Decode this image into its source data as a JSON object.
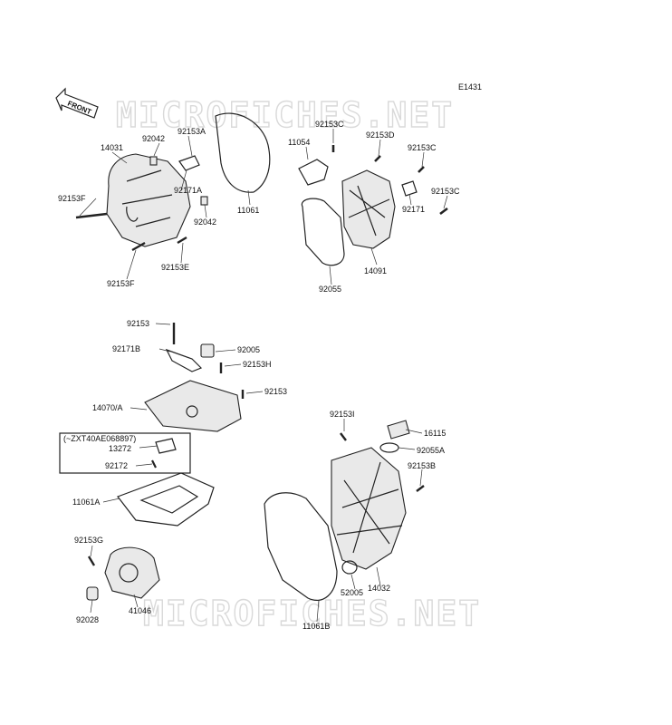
{
  "diagram_code": "E1431",
  "front_arrow_label": "FRONT",
  "watermark_text": "MICROFICHES.NET",
  "note_text": "(~ZXT40AE068897)",
  "labels": {
    "p14031": "14031",
    "p92042a": "92042",
    "p92153A": "92153A",
    "p92153F1": "92153F",
    "p92171A": "92171A",
    "p92042b": "92042",
    "p11061": "11061",
    "p92153E": "92153E",
    "p92153F2": "92153F",
    "p11054": "11054",
    "p92153C1": "92153C",
    "p92153D": "92153D",
    "p92153C2": "92153C",
    "p92153C3": "92153C",
    "p92171": "92171",
    "p14091": "14091",
    "p92055": "92055",
    "p92153a": "92153",
    "p92171B": "92171B",
    "p92005": "92005",
    "p92153H": "92153H",
    "p92153b": "92153",
    "p14070A": "14070/A",
    "p13272": "13272",
    "p92172": "92172",
    "p11061A": "11061A",
    "p92153G": "92153G",
    "p92028": "92028",
    "p41046": "41046",
    "p92153I": "92153I",
    "p16115": "16115",
    "p92055A": "92055A",
    "p92153B": "92153B",
    "p52005": "52005",
    "p14032": "14032",
    "p11061B": "11061B"
  }
}
